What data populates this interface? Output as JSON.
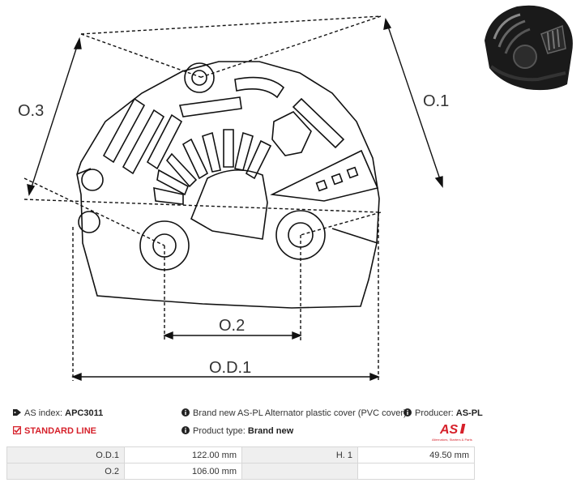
{
  "drawing": {
    "labels": {
      "o1": "O.1",
      "o2": "O.2",
      "o3": "O.3",
      "od1": "O.D.1"
    }
  },
  "info": {
    "as_index_label": "AS index:",
    "as_index_value": "APC3011",
    "line": "STANDARD LINE",
    "description": "Brand new AS-PL Alternator plastic cover (PVC cover)",
    "product_type_label": "Product type:",
    "product_type_value": "Brand new",
    "producer_label": "Producer:",
    "producer_value": "AS-PL",
    "logo_text": "AS",
    "logo_tagline": "Alternators, Starters & Parts"
  },
  "specs": [
    {
      "label": "O.D.1",
      "value": "122.00 mm",
      "label2": "H. 1",
      "value2": "49.50 mm"
    },
    {
      "label": "O.2",
      "value": "106.00 mm",
      "label2": "",
      "value2": ""
    }
  ],
  "colors": {
    "accent": "#d6202a",
    "line": "#111111"
  }
}
